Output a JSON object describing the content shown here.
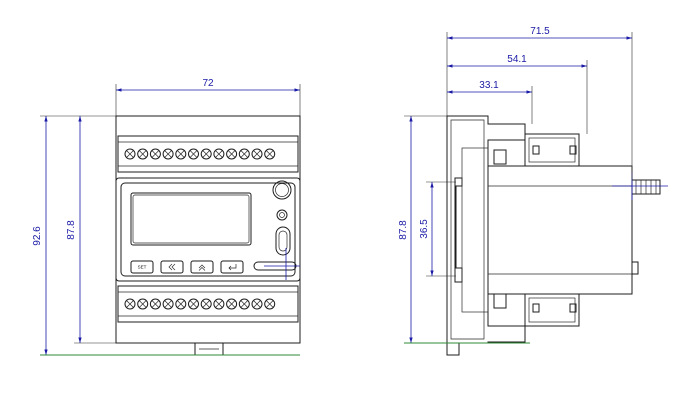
{
  "colors": {
    "dimension_line": "#1a1aa6",
    "ground_line": "#2e8b3a",
    "outline": "#1c1c1c"
  },
  "front_view": {
    "dimensions": {
      "width": "72",
      "total_height": "92.6",
      "body_height": "87.8"
    },
    "buttons": [
      {
        "label": "SET",
        "icon": "set-label"
      },
      {
        "label": "",
        "icon": "double-chevron-left-icon"
      },
      {
        "label": "",
        "icon": "double-chevron-up-icon"
      },
      {
        "label": "",
        "icon": "enter-return-icon"
      }
    ],
    "terminal_count_per_row": 12
  },
  "side_view": {
    "dimensions": {
      "overall_depth": "71.5",
      "rail_depth": "54.1",
      "front_depth": "33.1",
      "body_height": "87.8",
      "rail_slot_height": "36.5"
    }
  }
}
